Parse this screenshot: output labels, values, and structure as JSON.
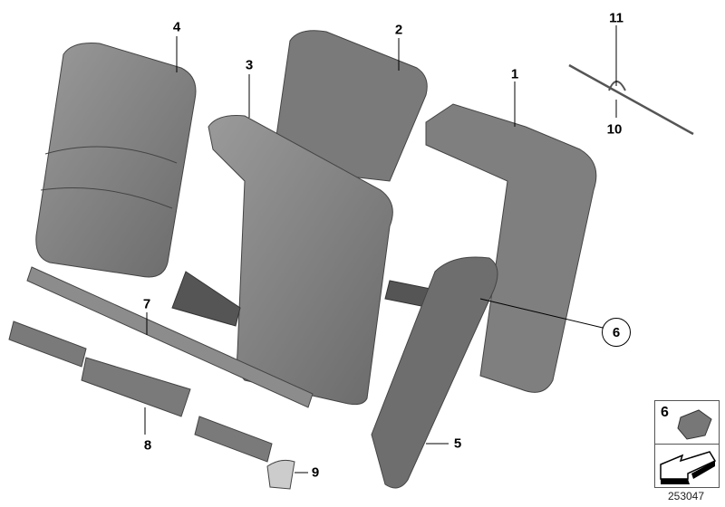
{
  "diagram": {
    "callouts": [
      {
        "id": "4",
        "text": "4"
      },
      {
        "id": "2",
        "text": "2"
      },
      {
        "id": "3",
        "text": "3"
      },
      {
        "id": "1",
        "text": "1"
      },
      {
        "id": "11",
        "text": "11"
      },
      {
        "id": "10",
        "text": "10"
      },
      {
        "id": "7",
        "text": "7"
      },
      {
        "id": "8",
        "text": "8"
      },
      {
        "id": "5",
        "text": "5"
      },
      {
        "id": "9",
        "text": "9"
      },
      {
        "id": "6",
        "text": "6"
      }
    ],
    "legend_box_label": "6",
    "diagram_number": "253047",
    "colors": {
      "part_fill": "#8a8a8a",
      "part_dark": "#5e5e5e",
      "part_light": "#a8a8a8",
      "line": "#000000"
    }
  }
}
